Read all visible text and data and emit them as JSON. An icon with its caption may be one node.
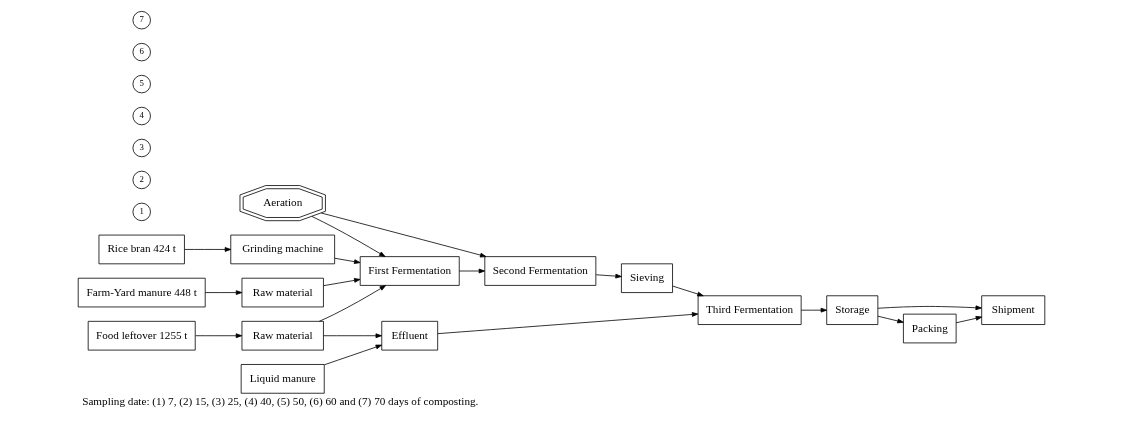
{
  "diagram": {
    "caption": "Sampling date: (1) 7, (2) 15, (3) 25, (4) 40, (5) 50, (6) 60 and (7) 70 days of composting.",
    "nodes": [
      {
        "text": [
          "Rice bran 424 t"
        ]
      },
      {
        "text": [
          "Grinding machine"
        ]
      },
      {
        "text": [
          "Farm-Yard manure 448 t"
        ]
      },
      {
        "text": [
          "Raw material"
        ]
      },
      {
        "text": [
          "Food leftover 1255 t"
        ]
      },
      {
        "text": [
          "Raw material"
        ]
      },
      {
        "text": [
          "Liquid manure"
        ]
      },
      {
        "text": [
          "Effluent"
        ]
      },
      {
        "text": [
          "Aeration"
        ]
      },
      {
        "text": [
          "1"
        ]
      },
      {
        "text": [
          "2"
        ]
      },
      {
        "text": [
          "3"
        ]
      },
      {
        "text": [
          "4"
        ]
      },
      {
        "text": [
          "5"
        ]
      },
      {
        "text": [
          "6"
        ]
      },
      {
        "text": [
          "7"
        ]
      },
      {
        "text": [
          "First Fermentation"
        ]
      },
      {
        "text": [
          "Second Fermentation"
        ]
      },
      {
        "text": [
          "Sieving"
        ]
      },
      {
        "text": [
          "Third Fermentation"
        ]
      },
      {
        "text": [
          "Storage"
        ]
      },
      {
        "text": [
          "Shipment"
        ]
      },
      {
        "text": [
          "Packing"
        ]
      }
    ],
    "edges": [
      {
        "from": 0,
        "to": 1,
        "arrow": "to"
      },
      {
        "from": 2,
        "to": 3,
        "arrow": "to"
      },
      {
        "from": 4,
        "to": 5,
        "arrow": "to"
      },
      {
        "from": 1,
        "to": 16,
        "arrow": "to"
      },
      {
        "from": 3,
        "to": 16,
        "arrow": "to"
      },
      {
        "from": 5,
        "to": 16,
        "arrow": "to"
      },
      {
        "from": 5,
        "to": 7,
        "arrow": "to"
      },
      {
        "from": 6,
        "to": 7,
        "arrow": "to"
      },
      {
        "from": 8,
        "to": 16,
        "arrow": "to"
      },
      {
        "from": 8,
        "to": 17,
        "arrow": "to"
      },
      {
        "from": 16,
        "to": 17,
        "arrow": "to"
      },
      {
        "from": 17,
        "to": 18,
        "arrow": "to"
      },
      {
        "from": 18,
        "to": 19,
        "arrow": "to"
      },
      {
        "from": 7,
        "to": 19,
        "arrow": "to"
      },
      {
        "from": 19,
        "to": 20,
        "arrow": "to"
      },
      {
        "from": 20,
        "to": 21,
        "arrow": "to"
      },
      {
        "from": 20,
        "to": 22,
        "arrow": "to"
      },
      {
        "from": 22,
        "to": 21,
        "arrow": "to"
      }
    ]
  }
}
